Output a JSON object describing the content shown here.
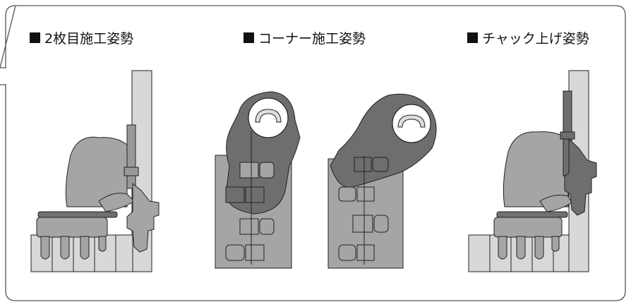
{
  "sections": [
    {
      "id": "second-panel",
      "label": "2枚目施工姿勢"
    },
    {
      "id": "corner",
      "label": "コーナー施工姿勢"
    },
    {
      "id": "chuck-up",
      "label": "チャック上げ姿勢"
    }
  ],
  "colors": {
    "light_gray": "#d6d6d6",
    "mid_gray": "#a8a8a8",
    "dark_gray": "#6e6e6e",
    "outline": "#222222",
    "frame": "#444444"
  },
  "icons": [
    "title-square-icon",
    "worker-figure-icon",
    "panel-chuck-icon"
  ]
}
